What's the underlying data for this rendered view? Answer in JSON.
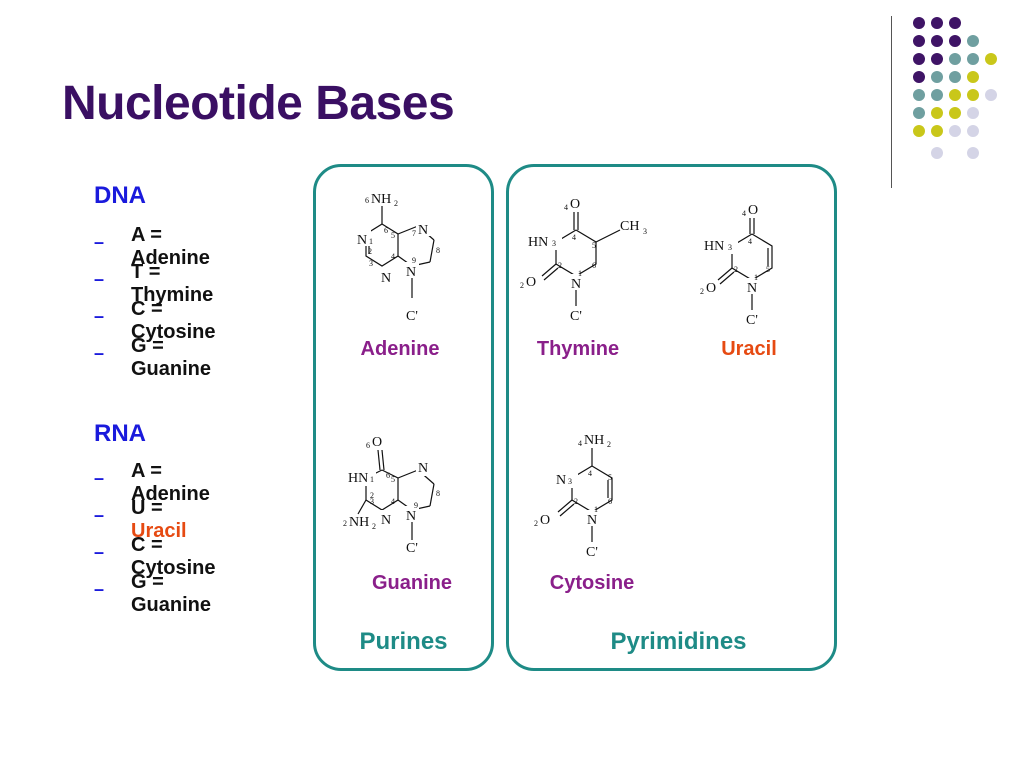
{
  "slide": {
    "title": "Nucleotide Bases"
  },
  "dna": {
    "heading": "DNA",
    "items": [
      {
        "text": "A = Adenine"
      },
      {
        "text": "T = Thymine"
      },
      {
        "text": "C = Cytosine"
      },
      {
        "text": "G = Guanine"
      }
    ]
  },
  "rna": {
    "heading": "RNA",
    "items": [
      {
        "prefix": "A = ",
        "name": "Adenine"
      },
      {
        "prefix": "U = ",
        "name": "Uracil"
      },
      {
        "prefix": "C = ",
        "name": "Cytosine"
      },
      {
        "prefix": "G = ",
        "name": "Guanine"
      }
    ]
  },
  "bullet_symbol": "–",
  "groups": {
    "purines": "Purines",
    "pyrimidines": "Pyrimidines"
  },
  "molecules": {
    "adenine": "Adenine",
    "guanine": "Guanine",
    "thymine": "Thymine",
    "uracil": "Uracil",
    "cytosine": "Cytosine"
  },
  "colors": {
    "title": "#3a0f63",
    "heading_blue": "#1a1adc",
    "uracil_orange": "#e64a12",
    "molecule_label_purple": "#8a1f8a",
    "box_teal": "#1e8b86",
    "dot_purple": "#3f1466",
    "dot_teal": "#6f9fa0",
    "dot_yellow": "#c9c71a",
    "dot_lavender": "#d4d4e6"
  }
}
